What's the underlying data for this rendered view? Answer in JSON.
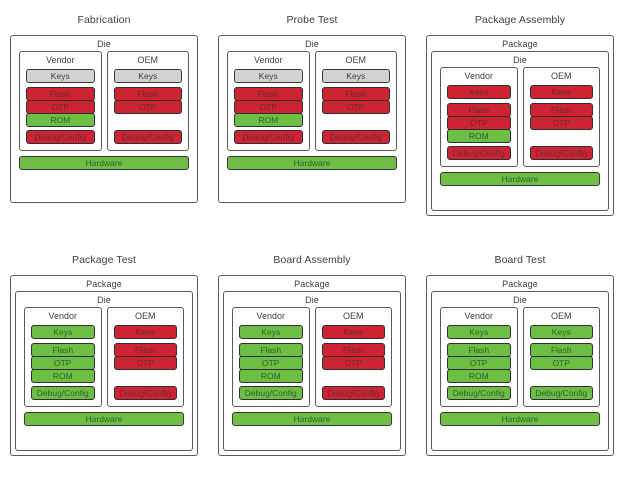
{
  "figure": {
    "title_color": "#3f3f3f",
    "colors": {
      "red": "#cc2433",
      "green": "#6cbe45",
      "gray": "#d2d2d2",
      "frame_stroke": "#5a5a5a"
    },
    "labels": {
      "package": "Package",
      "die": "Die",
      "vendor": "Vendor",
      "oem": "OEM",
      "hardware": "Hardware",
      "keys": "Keys",
      "flash": "Flash",
      "otp": "OTP",
      "rom": "ROM",
      "debug_config": "Debug/Config"
    }
  },
  "panels": [
    {
      "id": "fabrication",
      "title": "Fabrication",
      "has_package": false,
      "vendor": {
        "keys": "gray",
        "flash": "red",
        "otp": "red",
        "rom": "green",
        "debug": "red"
      },
      "oem": {
        "keys": "gray",
        "flash": "red",
        "otp": "red",
        "rom": null,
        "debug": "red"
      },
      "hardware": "green"
    },
    {
      "id": "probe-test",
      "title": "Probe Test",
      "has_package": false,
      "vendor": {
        "keys": "gray",
        "flash": "red",
        "otp": "red",
        "rom": "green",
        "debug": "red"
      },
      "oem": {
        "keys": "gray",
        "flash": "red",
        "otp": "red",
        "rom": null,
        "debug": "red"
      },
      "hardware": "green"
    },
    {
      "id": "package-assembly",
      "title": "Package Assembly",
      "has_package": true,
      "vendor": {
        "keys": "red",
        "flash": "red",
        "otp": "red",
        "rom": "green",
        "debug": "red"
      },
      "oem": {
        "keys": "red",
        "flash": "red",
        "otp": "red",
        "rom": null,
        "debug": "red"
      },
      "hardware": "green"
    },
    {
      "id": "package-test",
      "title": "Package Test",
      "has_package": true,
      "vendor": {
        "keys": "green",
        "flash": "green",
        "otp": "green",
        "rom": "green",
        "debug": "green"
      },
      "oem": {
        "keys": "red",
        "flash": "red",
        "otp": "red",
        "rom": null,
        "debug": "red"
      },
      "hardware": "green"
    },
    {
      "id": "board-assembly",
      "title": "Board Assembly",
      "has_package": true,
      "vendor": {
        "keys": "green",
        "flash": "green",
        "otp": "green",
        "rom": "green",
        "debug": "green"
      },
      "oem": {
        "keys": "red",
        "flash": "red",
        "otp": "red",
        "rom": null,
        "debug": "red"
      },
      "hardware": "green"
    },
    {
      "id": "board-test",
      "title": "Board Test",
      "has_package": true,
      "vendor": {
        "keys": "green",
        "flash": "green",
        "otp": "green",
        "rom": "green",
        "debug": "green"
      },
      "oem": {
        "keys": "green",
        "flash": "green",
        "otp": "green",
        "rom": null,
        "debug": "green"
      },
      "hardware": "green"
    }
  ]
}
